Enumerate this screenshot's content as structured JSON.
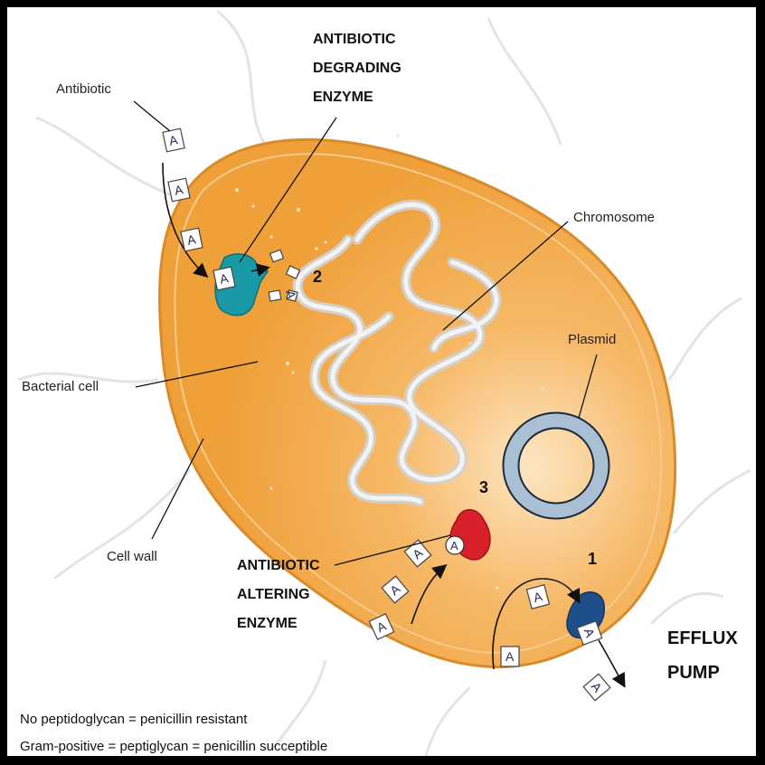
{
  "labels": {
    "antibiotic": "Antibiotic",
    "degrading_enzyme": [
      "ANTIBIOTIC",
      "DEGRADING",
      "ENZYME"
    ],
    "chromosome": "Chromosome",
    "plasmid": "Plasmid",
    "bacterial_cell": "Bacterial cell",
    "cell_wall": "Cell wall",
    "altering_enzyme": [
      "ANTIBIOTIC",
      "ALTERING",
      "ENZYME"
    ],
    "efflux_pump": [
      "EFFLUX",
      "PUMP"
    ],
    "num_1": "1",
    "num_2": "2",
    "num_3": "3",
    "antibiotic_symbol": "A"
  },
  "footnotes": [
    "No peptidoglycan = penicillin resistant",
    "Gram-positive = peptiglycan = penicillin succeptible"
  ],
  "colors": {
    "cell_fill": "#f0a03c",
    "cell_highlight": "#fbd9a8",
    "cell_outline": "#d98a2a",
    "chromosome": "#e8e8e8",
    "plasmid_ring": "#a9c0d4",
    "degrading_enzyme": "#1a9aa6",
    "altering_enzyme": "#d81f2a",
    "efflux_pump": "#1e4f8a"
  }
}
